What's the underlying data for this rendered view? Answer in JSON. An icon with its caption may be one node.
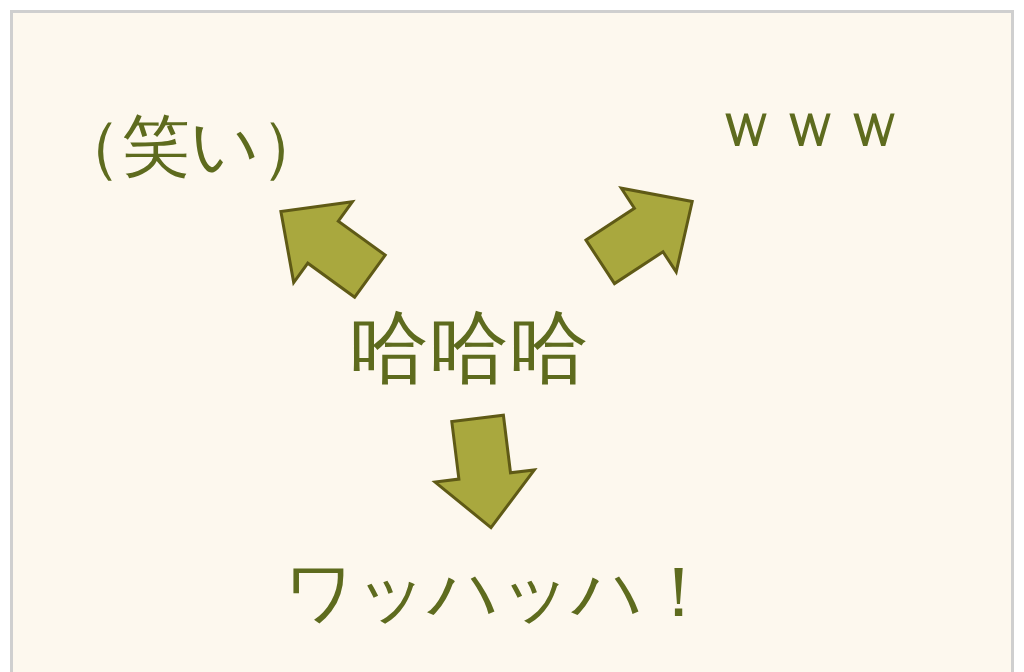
{
  "diagram": {
    "nodes": [
      {
        "text": [
          "哈哈哈"
        ]
      },
      {
        "text": [
          "（笑い）"
        ]
      },
      {
        "text": [
          "ｗｗｗ"
        ]
      },
      {
        "text": [
          "ワッハッハ！"
        ]
      }
    ],
    "edges": [
      {
        "from": 0,
        "to": 1,
        "arrow": "to"
      },
      {
        "from": 0,
        "to": 2,
        "arrow": "to"
      },
      {
        "from": 0,
        "to": 3,
        "arrow": "to"
      }
    ]
  }
}
